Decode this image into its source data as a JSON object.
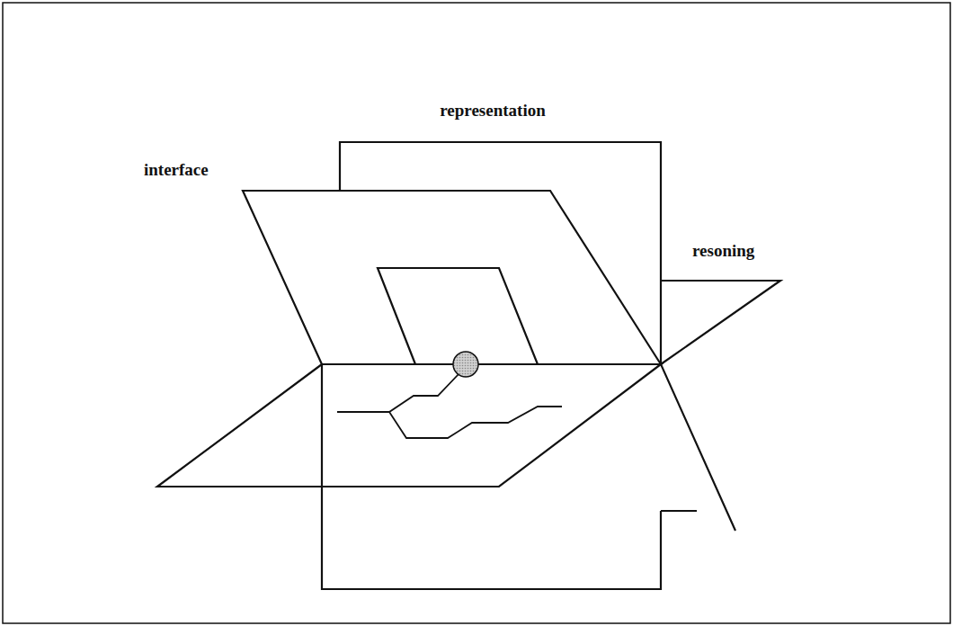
{
  "diagram": {
    "labels": [
      "representation",
      "interface",
      "resoning"
    ]
  }
}
